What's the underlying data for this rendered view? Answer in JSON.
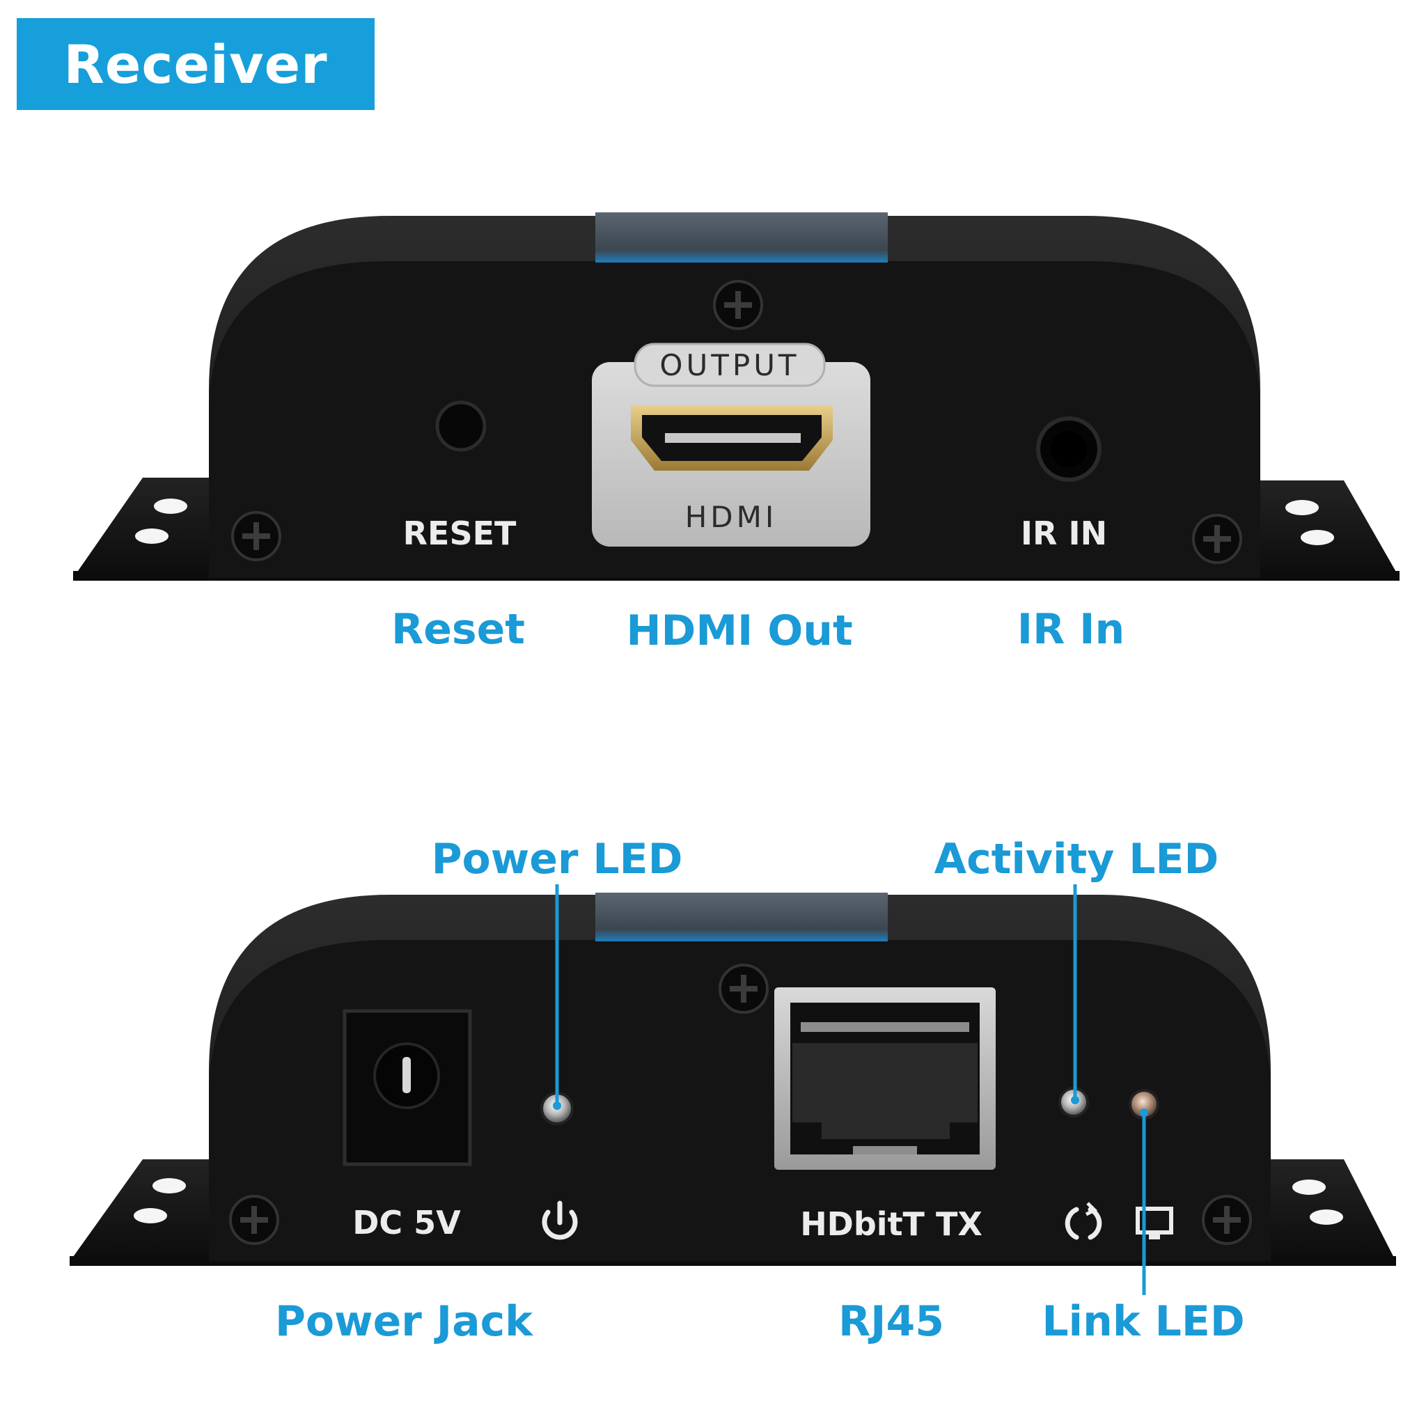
{
  "badge": {
    "title": "Receiver"
  },
  "colors": {
    "accent": "#169fda",
    "label_blue": "#1a9ad6",
    "chassis": "#151515",
    "plate": "#c9c9c9"
  },
  "top_panel": {
    "printed": {
      "reset": "RESET",
      "output": "OUTPUT",
      "hdmi": "HDMI",
      "ir_in": "IR IN"
    },
    "callouts": {
      "reset": "Reset",
      "hdmi_out": "HDMI Out",
      "ir_in": "IR In"
    }
  },
  "bottom_panel": {
    "printed": {
      "dc": "DC 5V",
      "hdbitt": "HDbitT TX"
    },
    "callouts": {
      "power_led": "Power LED",
      "activity_led": "Activity LED",
      "power_jack": "Power Jack",
      "rj45": "RJ45",
      "link_led": "Link LED"
    },
    "icons": [
      "power-icon",
      "activity-icon",
      "link-icon"
    ]
  }
}
